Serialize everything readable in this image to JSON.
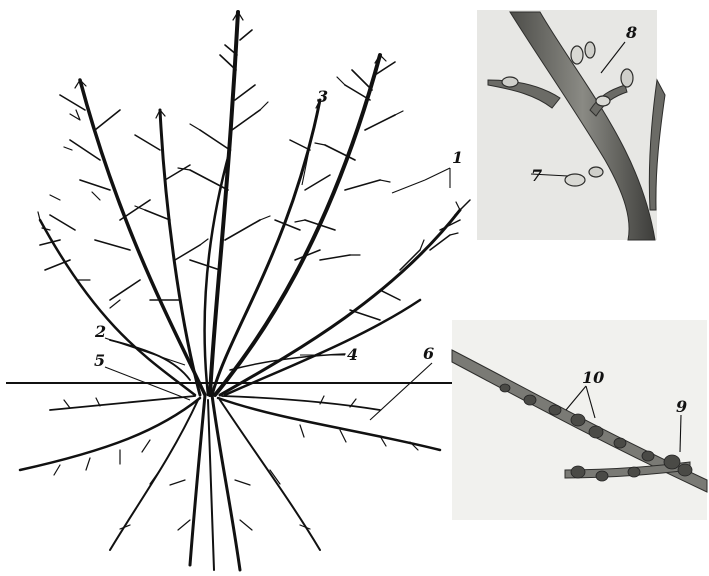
{
  "colors": {
    "ink": "#111111",
    "photo_bg": "#e7e7e4",
    "bark": "#6b6b66",
    "bark_light": "#9c9c96"
  },
  "labels": {
    "l1": "1",
    "l2": "2",
    "l3": "3",
    "l4": "4",
    "l5": "5",
    "l6": "6",
    "l7": "7",
    "l8": "8",
    "l9": "9",
    "l10": "10"
  }
}
